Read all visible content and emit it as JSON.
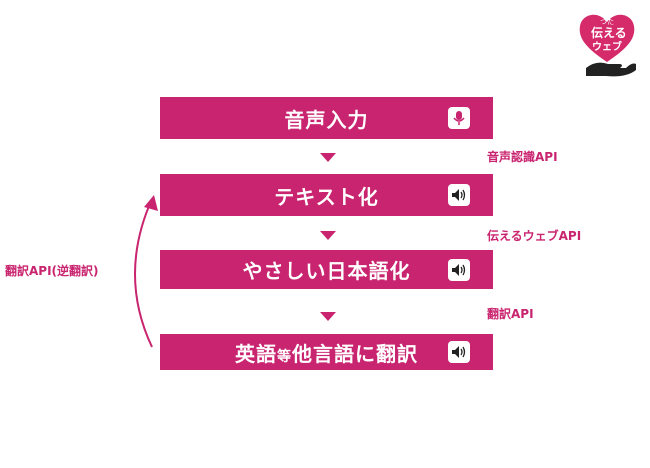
{
  "logo": {
    "line1": "つた",
    "line2": "伝える",
    "line3": "ウェブ",
    "color": "#d52b6a"
  },
  "accent_color": "#c9246f",
  "steps": [
    {
      "label": "音声入力",
      "icon": "microphone-icon"
    },
    {
      "label": "テキスト化",
      "icon": "speaker-icon"
    },
    {
      "label": "やさしい日本語化",
      "icon": "speaker-icon"
    },
    {
      "label_main": "英語",
      "label_small": "等",
      "label_rest": "他言語に翻訳",
      "icon": "speaker-icon"
    }
  ],
  "apis": {
    "speech_recognition": "音声認識API",
    "tsutaeru_web": "伝えるウェブAPI",
    "translation": "翻訳API",
    "back_translation": "翻訳API(逆翻訳)"
  }
}
